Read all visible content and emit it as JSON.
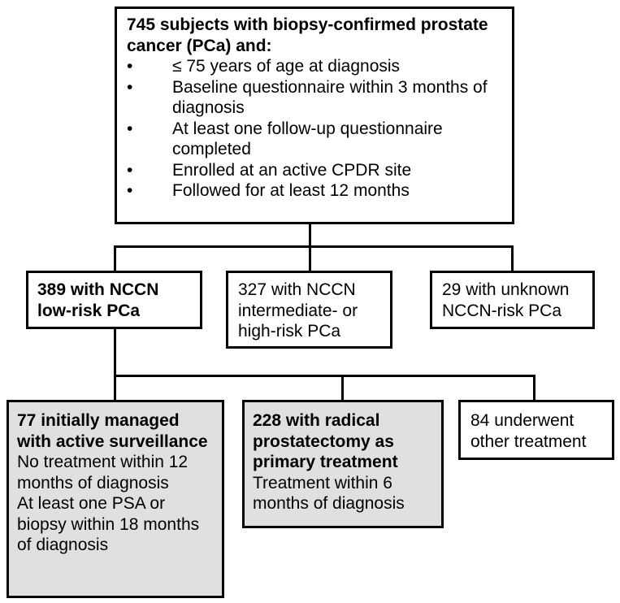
{
  "top": {
    "title": "745 subjects with biopsy-confirmed prostate cancer (PCa) and:",
    "criteria": [
      "≤ 75 years of age at diagnosis",
      "Baseline questionnaire within 3 months of diagnosis",
      "At least one follow-up questionnaire completed",
      "Enrolled at an active CPDR site",
      "Followed for at least 12 months"
    ]
  },
  "level2": {
    "low_risk": "389 with NCCN low-risk PCa",
    "intermediate_high": "327 with NCCN intermediate- or high-risk PCa",
    "unknown": "29 with unknown NCCN-risk PCa"
  },
  "level3": {
    "active_surveillance": {
      "title": "77 initially managed with active surveillance",
      "criteria": [
        "No treatment within 12 months of diagnosis",
        "At least one PSA or biopsy within 18 months of diagnosis"
      ]
    },
    "radical_prostatectomy": {
      "title": "228 with radical prostatectomy as primary treatment",
      "criteria": [
        "Treatment within 6 months of diagnosis"
      ]
    },
    "other_treatment": "84 underwent other treatment"
  },
  "colors": {
    "border": "#000000",
    "shaded_fill": "#e0e0e0",
    "background": "#ffffff"
  }
}
